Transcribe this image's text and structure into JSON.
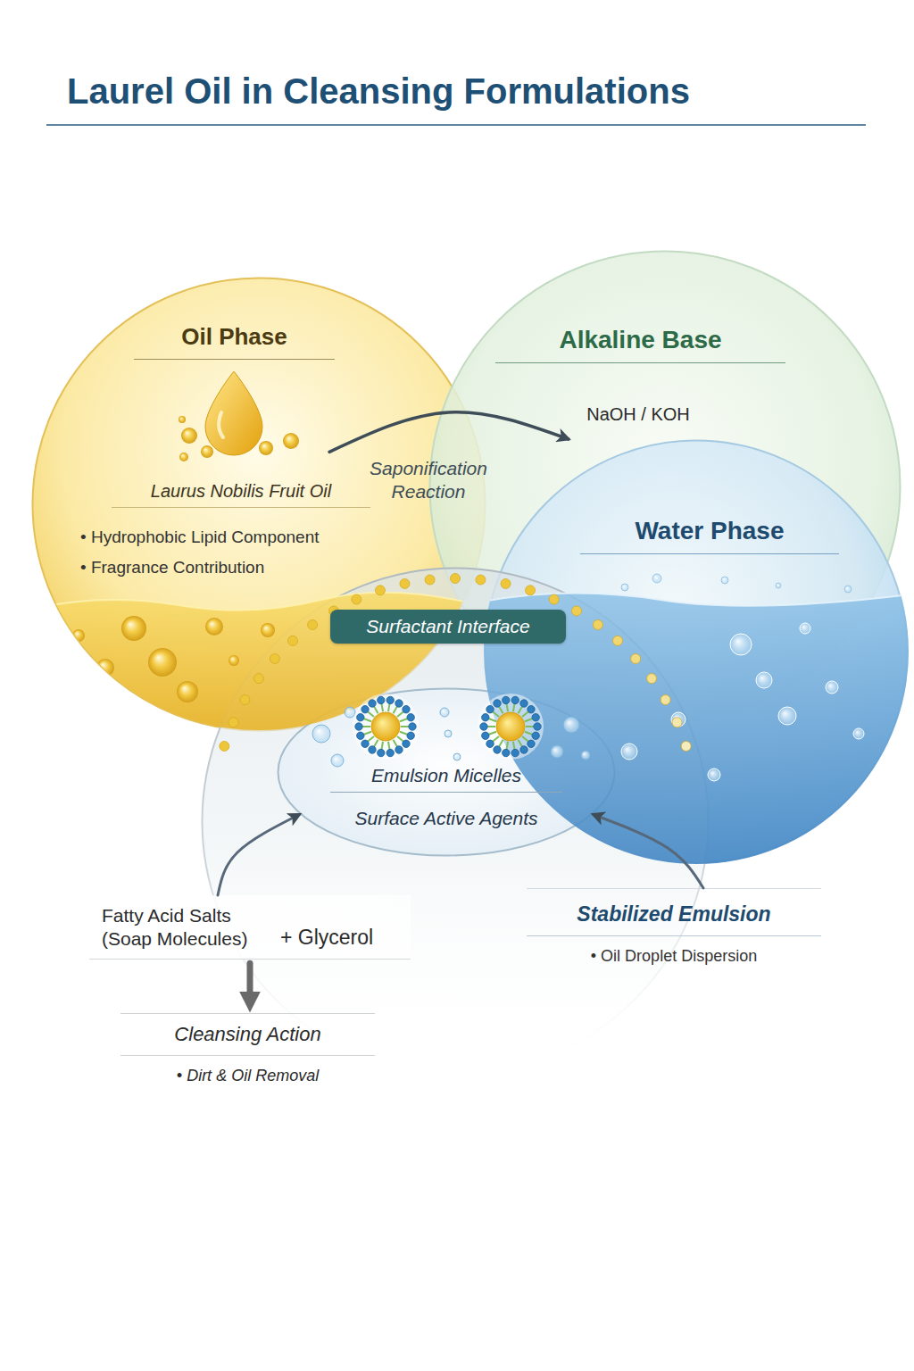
{
  "diagram": {
    "title": "Laurel Oil in Cleansing Formulations",
    "nodes": [
      {
        "text": [
          "Oil Phase",
          "Laurus Nobilis Fruit Oil",
          "• Hydrophobic Lipid Component",
          "• Fragrance Contribution"
        ]
      },
      {
        "text": [
          "Alkaline Base",
          "NaOH / KOH"
        ]
      },
      {
        "text": [
          "Water Phase"
        ]
      },
      {
        "text": [
          "Surfactant Interface"
        ]
      },
      {
        "text": [
          "Emulsion Micelles",
          "Surface Active Agents"
        ],
        "in": 3
      },
      {
        "text": [
          "Fatty Acid Salts (Soap Molecules)",
          "+ Glycerol"
        ]
      },
      {
        "text": [
          "Cleansing Action",
          "• Dirt & Oil Removal"
        ]
      },
      {
        "text": [
          "Stabilized Emulsion",
          "• Oil Droplet Dispersion"
        ]
      }
    ],
    "edges": [
      {
        "from": 0,
        "to": 1,
        "label": "Saponification Reaction",
        "arrow": "to"
      },
      {
        "from": 5,
        "to": 4,
        "arrow": "to"
      },
      {
        "from": 7,
        "to": 4,
        "arrow": "to"
      },
      {
        "from": 5,
        "to": 6,
        "arrow": "to"
      }
    ]
  }
}
